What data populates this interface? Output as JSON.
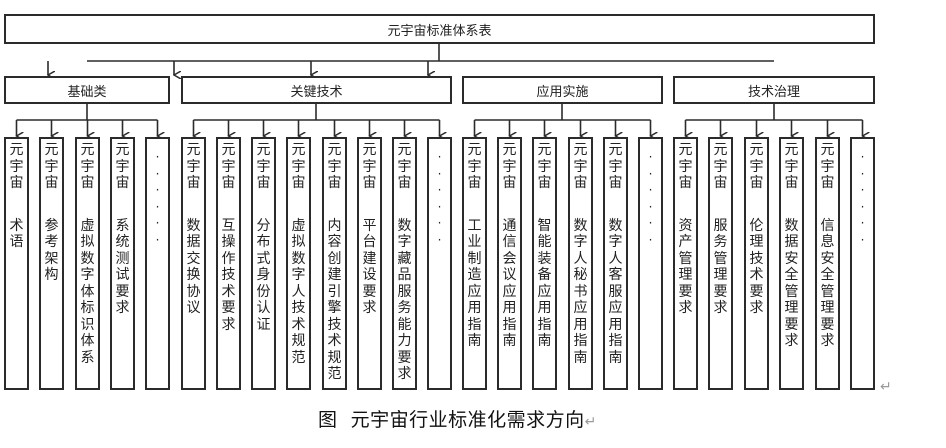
{
  "diagram": {
    "root": {
      "label": "元宇宙标准体系表"
    },
    "categories": [
      {
        "label": "基础类",
        "children": [
          {
            "prefix": "元宇宙",
            "label": "术语"
          },
          {
            "prefix": "元宇宙",
            "label": "参考架构"
          },
          {
            "prefix": "元宇宙",
            "label": "虚拟数字体标识体系"
          },
          {
            "prefix": "元宇宙",
            "label": "系统测试要求"
          },
          {
            "prefix": "",
            "label": "……"
          }
        ]
      },
      {
        "label": "关键技术",
        "children": [
          {
            "prefix": "元宇宙",
            "label": "数据交换协议"
          },
          {
            "prefix": "元宇宙",
            "label": "互操作技术要求"
          },
          {
            "prefix": "元宇宙",
            "label": "分布式身份认证"
          },
          {
            "prefix": "元宇宙",
            "label": "虚拟数字人技术规范"
          },
          {
            "prefix": "元宇宙",
            "label": "内容创建引擎技术规范"
          },
          {
            "prefix": "元宇宙",
            "label": "平台建设要求"
          },
          {
            "prefix": "元宇宙",
            "label": "数字藏品服务能力要求"
          },
          {
            "prefix": "",
            "label": "……"
          }
        ]
      },
      {
        "label": "应用实施",
        "children": [
          {
            "prefix": "元宇宙",
            "label": "工业制造应用指南"
          },
          {
            "prefix": "元宇宙",
            "label": "通信会议应用指南"
          },
          {
            "prefix": "元宇宙",
            "label": "智能装备应用指南"
          },
          {
            "prefix": "元宇宙",
            "label": "数字人秘书应用指南"
          },
          {
            "prefix": "元宇宙",
            "label": "数字人客服应用指南"
          },
          {
            "prefix": "",
            "label": "……"
          }
        ]
      },
      {
        "label": "技术治理",
        "children": [
          {
            "prefix": "元宇宙",
            "label": "资产管理要求"
          },
          {
            "prefix": "元宇宙",
            "label": "服务管理要求"
          },
          {
            "prefix": "元宇宙",
            "label": "伦理技术要求"
          },
          {
            "prefix": "元宇宙",
            "label": "数据安全管理要求"
          },
          {
            "prefix": "元宇宙",
            "label": "信息安全管理要求"
          },
          {
            "prefix": "",
            "label": "……"
          }
        ]
      }
    ]
  },
  "caption": {
    "prefix": "图",
    "text": "元宇宙行业标准化需求方向",
    "return_mark": "↵"
  },
  "paragraph_mark": "↵",
  "colors": {
    "line": "#2b2b2b",
    "text": "#222222",
    "mark": "#9a9a9a"
  }
}
